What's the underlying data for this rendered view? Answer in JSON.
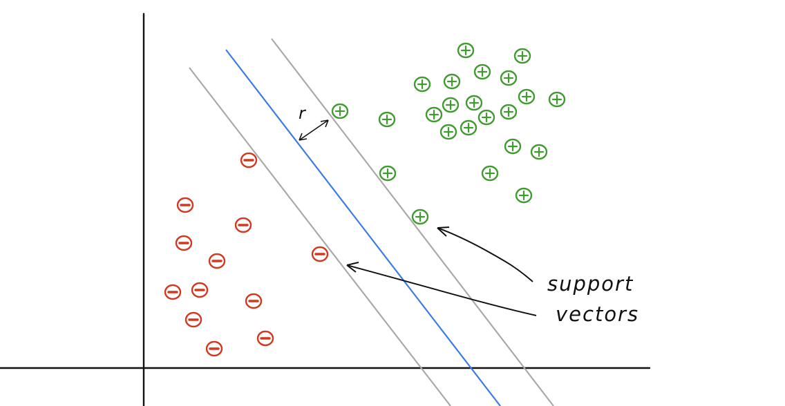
{
  "colors": {
    "positive": "#3f9a2f",
    "negative": "#d2371f",
    "hyperplane": "#3b7be6",
    "margin": "#a9a9a9",
    "axis": "#111111",
    "annotation": "#111111"
  },
  "labels": {
    "margin_symbol": "r",
    "annotation_line1": "support",
    "annotation_line2": "vectors"
  },
  "icons": {
    "positive_point": "circled-plus-icon",
    "negative_point": "circled-minus-icon"
  }
}
